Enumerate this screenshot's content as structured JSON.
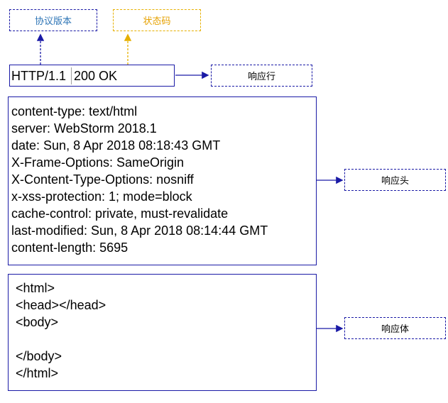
{
  "labels": {
    "protocol_version": "协议版本",
    "status_code": "状态码",
    "status_line": "响应行",
    "headers": "响应头",
    "body": "响应体"
  },
  "status_line": {
    "version": "HTTP/1.1",
    "status": "200 OK"
  },
  "headers": [
    "content-type: text/html",
    "server: WebStorm 2018.1",
    "date: Sun, 8 Apr 2018 08:18:43 GMT",
    "X-Frame-Options: SameOrigin",
    "X-Content-Type-Options: nosniff",
    "x-xss-protection: 1; mode=block",
    "cache-control: private, must-revalidate",
    "last-modified: Sun, 8 Apr 2018 08:14:44 GMT",
    "content-length: 5695"
  ],
  "body_lines": [
    "<html>",
    "<head></head>",
    "<body>",
    "",
    "</body>",
    "</html>"
  ],
  "colors": {
    "box_border": "#1a1aa6",
    "arrow": "#1a1aa6",
    "accent_blue_text": "#2e75b6",
    "accent_orange": "#e6b000"
  }
}
